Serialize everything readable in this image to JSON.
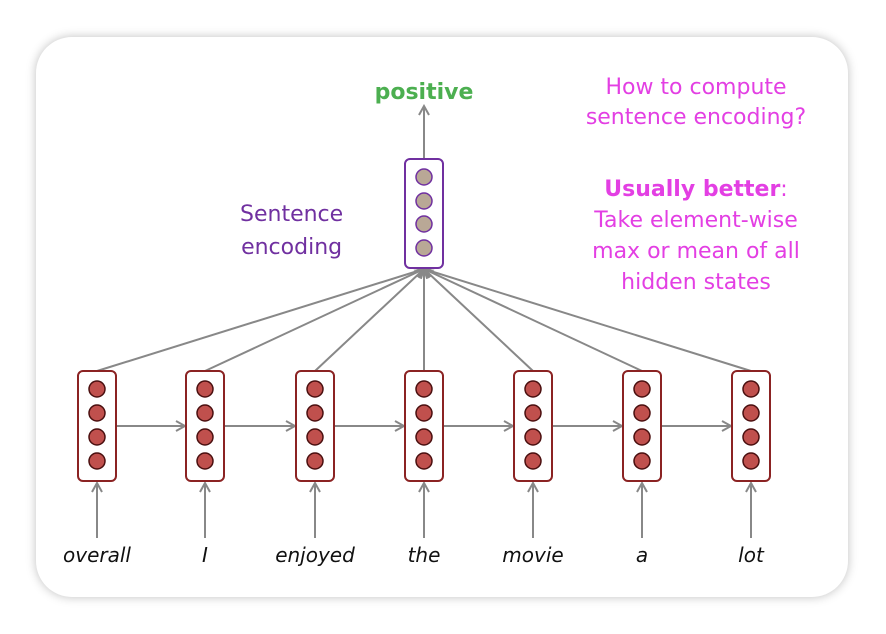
{
  "output_label": "positive",
  "sentence_encoding_label": [
    "Sentence",
    "encoding"
  ],
  "question": [
    "How to compute",
    "sentence encoding?"
  ],
  "answer_title": "Usually better",
  "answer_colon": ":",
  "answer_lines": [
    "Take element-wise",
    "max or mean of all",
    "hidden states"
  ],
  "words": [
    "overall",
    "I",
    "enjoyed",
    "the",
    "movie",
    "a",
    "lot"
  ],
  "colors": {
    "output": "#4caf50",
    "encoding": "#7030a0",
    "note": "#e33fe3",
    "hidden_fill": "#c0504d",
    "encoding_fill": "#b9a896"
  }
}
